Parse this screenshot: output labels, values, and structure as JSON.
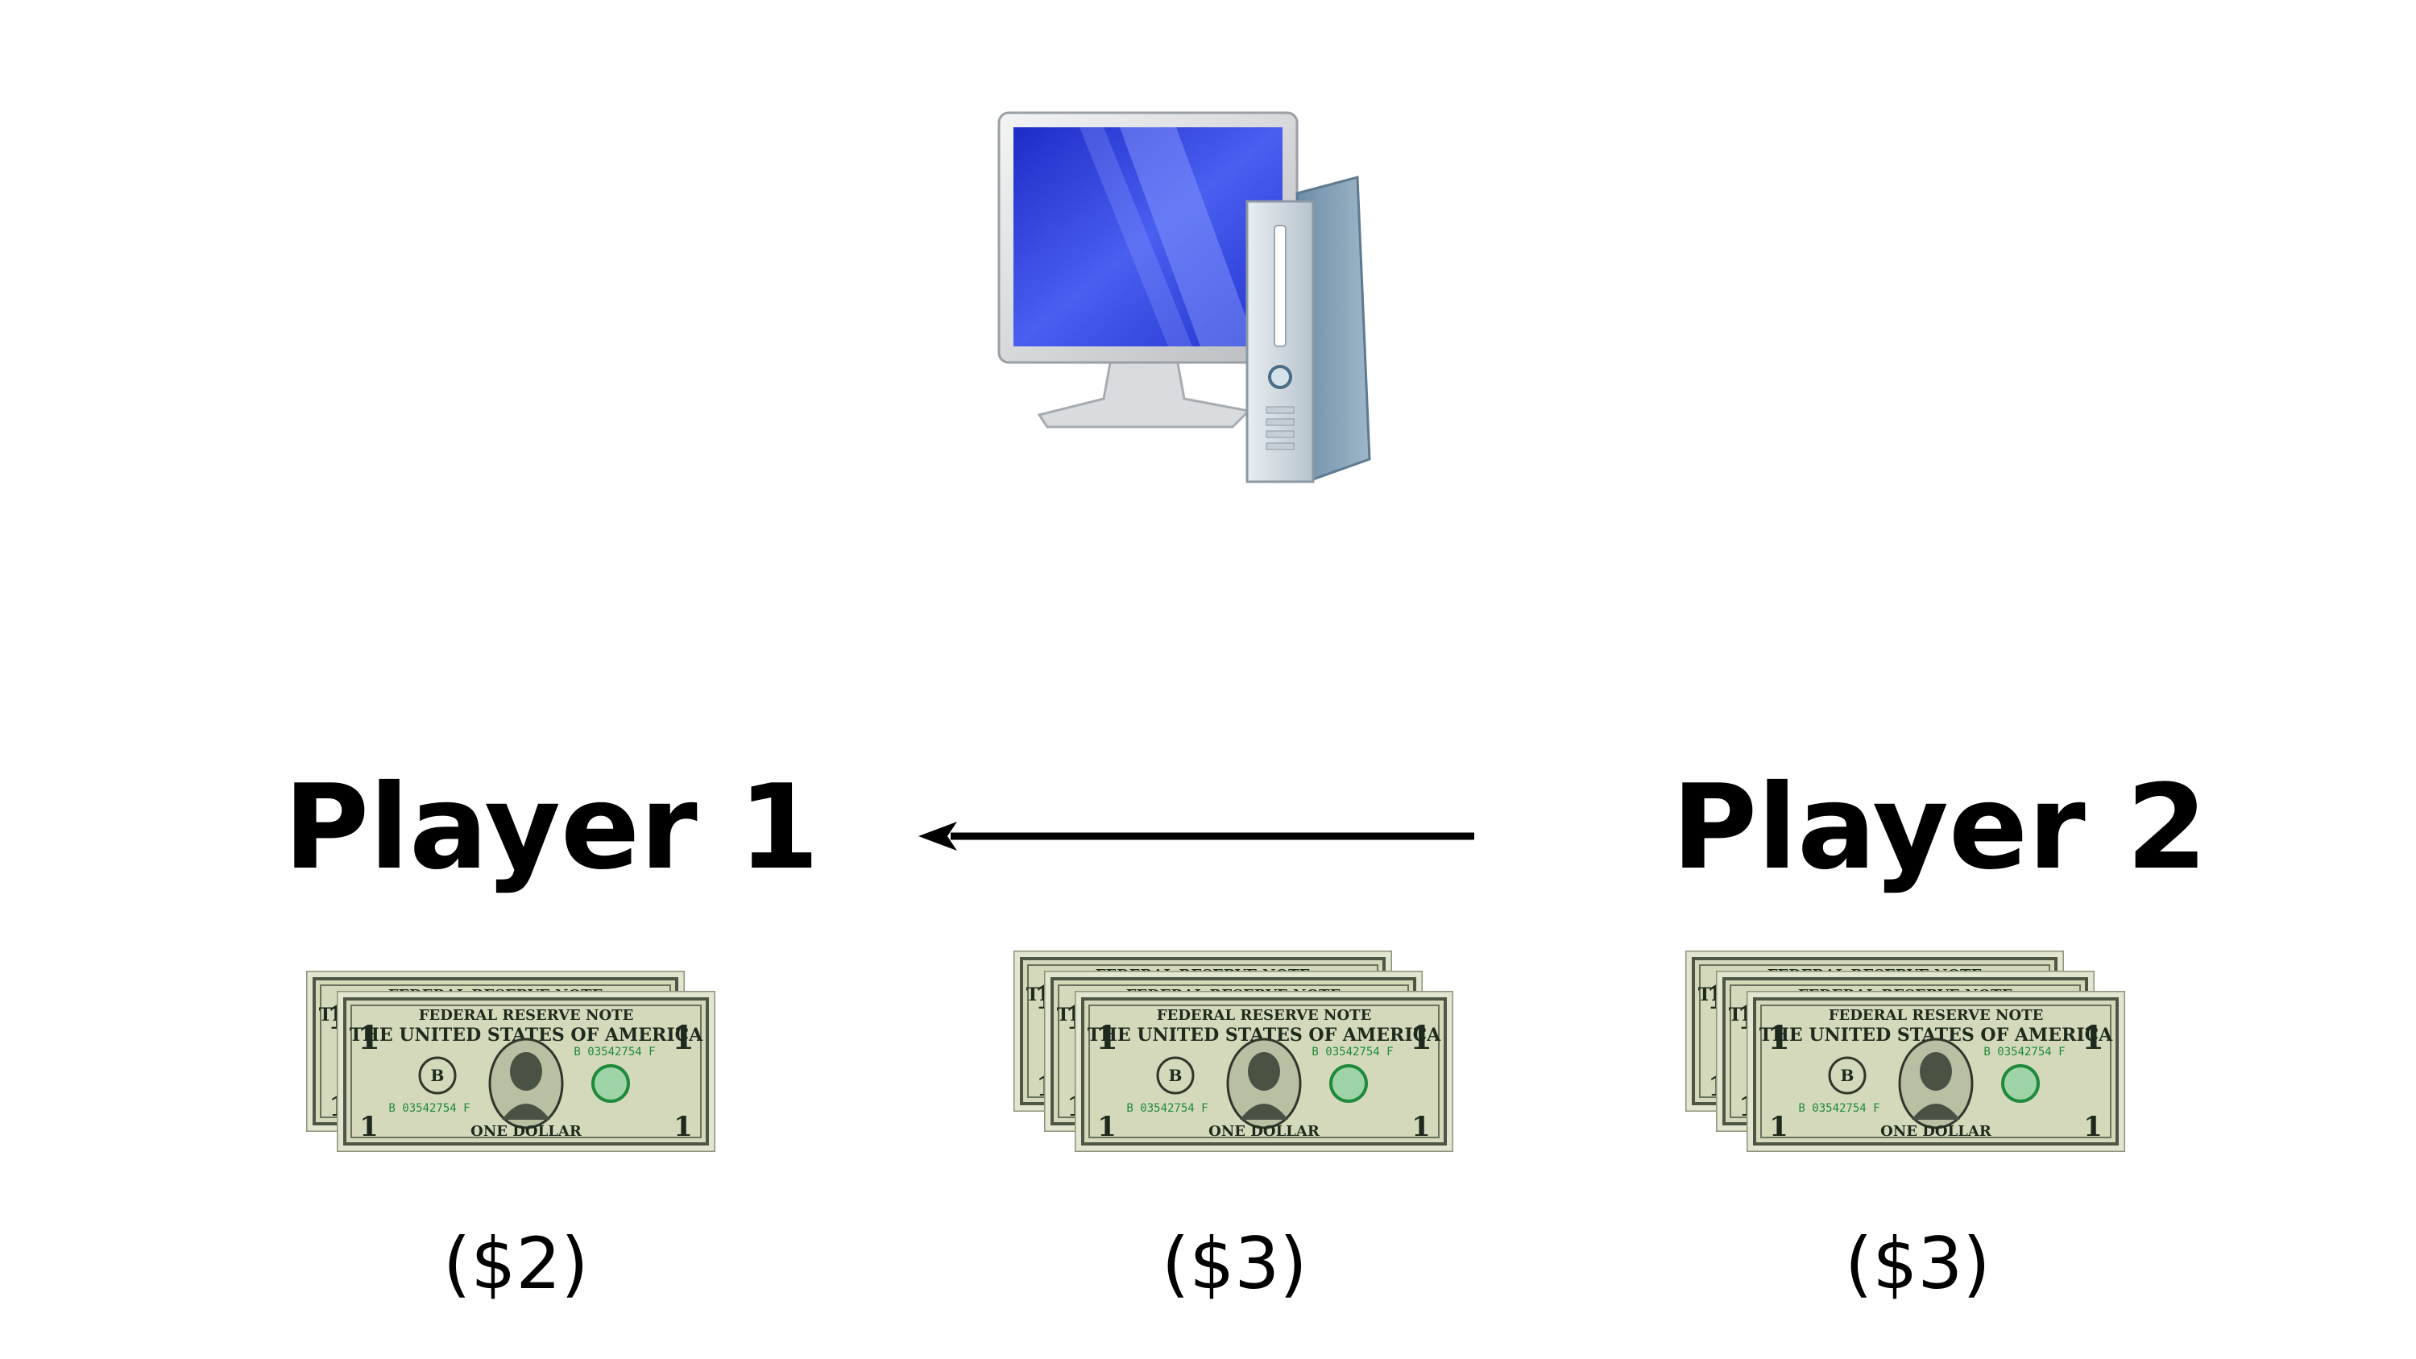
{
  "player1": {
    "label": "Player 1",
    "amount": "($2)",
    "bills": 2
  },
  "player2": {
    "label": "Player 2",
    "amount": "($3)",
    "bills": 3
  },
  "pot": {
    "amount": "($3)",
    "bills": 3
  },
  "arrow": {
    "direction": "left",
    "from": "Player 2",
    "to": "Player 1"
  },
  "bill_text": {
    "header": "FEDERAL RESERVE NOTE",
    "country": "THE UNITED STATES OF AMERICA",
    "denomination": "ONE DOLLAR",
    "serial": "B 03542754 F",
    "seal_letter": "B",
    "corner": "1"
  },
  "icons": {
    "computer": "desktop-computer-icon"
  },
  "colors": {
    "screen": "#2f3fd8",
    "bill": "#d8dcc0",
    "ink": "#1d2a1d",
    "text": "#000000"
  }
}
